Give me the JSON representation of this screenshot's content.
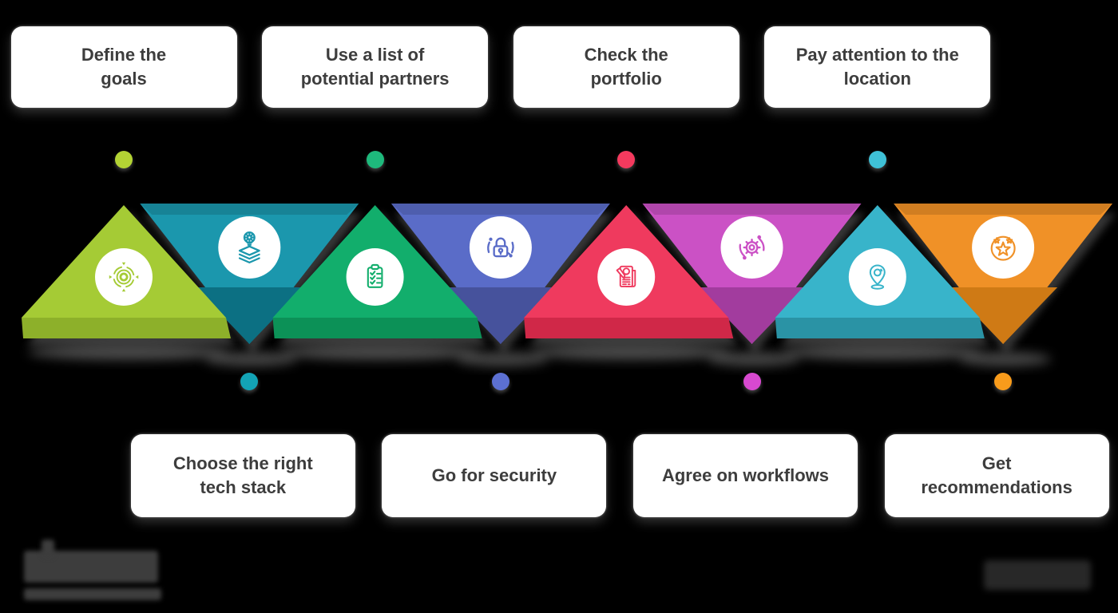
{
  "canvas": {
    "background": "#000000"
  },
  "steps": [
    {
      "row": "top",
      "direction": "up",
      "label_lines": [
        "Define the",
        "goals"
      ],
      "color": "#a5cb35",
      "shade": "#8db02a",
      "dot_color": "#b3d334",
      "icon": "target-goals-icon"
    },
    {
      "row": "bottom",
      "direction": "down",
      "label_lines": [
        "Choose the right",
        "tech stack"
      ],
      "color": "#1b97ad",
      "shade": "#0c7083",
      "dot_color": "#13a3b5",
      "icon": "tech-stack-layers-icon"
    },
    {
      "row": "top",
      "direction": "up",
      "label_lines": [
        "Use a list of",
        "potential partners"
      ],
      "color": "#12ae6c",
      "shade": "#0c9157",
      "dot_color": "#1eb97c",
      "icon": "checklist-icon"
    },
    {
      "row": "bottom",
      "direction": "down",
      "label_lines": [
        "Go for security"
      ],
      "color": "#5a6cc8",
      "shade": "#46529c",
      "dot_color": "#5c70d2",
      "icon": "security-lock-icon"
    },
    {
      "row": "top",
      "direction": "up",
      "label_lines": [
        "Check the",
        "portfolio"
      ],
      "color": "#ef3a5e",
      "shade": "#d02848",
      "dot_color": "#f43a5e",
      "icon": "portfolio-document-icon"
    },
    {
      "row": "bottom",
      "direction": "down",
      "label_lines": [
        "Agree on workflows"
      ],
      "color": "#cb51c5",
      "shade": "#a23c9e",
      "dot_color": "#d849d0",
      "icon": "workflow-gear-icon"
    },
    {
      "row": "top",
      "direction": "up",
      "label_lines": [
        "Pay attention to the",
        "location"
      ],
      "color": "#38b4ca",
      "shade": "#2a93a5",
      "dot_color": "#3fc1d7",
      "icon": "location-pin-icon"
    },
    {
      "row": "bottom",
      "direction": "down",
      "label_lines": [
        "Get",
        "recommendations"
      ],
      "color": "#f09127",
      "shade": "#cf7a15",
      "dot_color": "#f89b1b",
      "icon": "star-badge-icon"
    }
  ],
  "watermarks": {
    "left": "blurred-logo",
    "right": "blurred-text"
  }
}
